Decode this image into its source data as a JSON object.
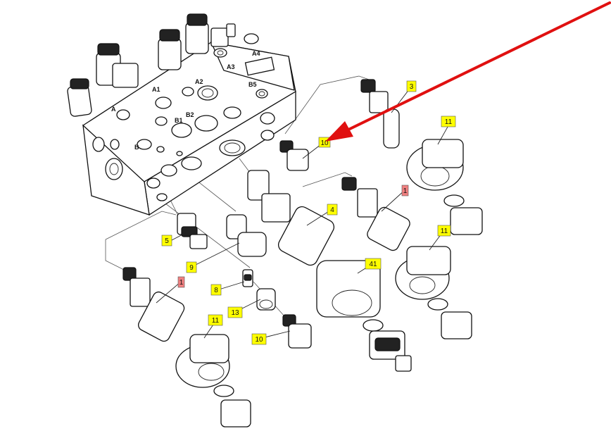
{
  "colors": {
    "callout_fill": "#ffff00",
    "callout_alt_fill": "#f08080",
    "arrow": "#e01010",
    "line": "#111111"
  },
  "ports": {
    "a": "A",
    "a1": "A1",
    "a2": "A2",
    "a3": "A3",
    "a4": "A4",
    "b": "B",
    "b1": "B1",
    "b2": "B2",
    "b5": "B5"
  },
  "callouts": [
    {
      "label": "3",
      "style": "yellow"
    },
    {
      "label": "11",
      "style": "yellow"
    },
    {
      "label": "10",
      "style": "yellow"
    },
    {
      "label": "1",
      "style": "red"
    },
    {
      "label": "4",
      "style": "yellow"
    },
    {
      "label": "11",
      "style": "yellow"
    },
    {
      "label": "5",
      "style": "yellow"
    },
    {
      "label": "9",
      "style": "yellow"
    },
    {
      "label": "41",
      "style": "yellow"
    },
    {
      "label": "1",
      "style": "red"
    },
    {
      "label": "8",
      "style": "yellow"
    },
    {
      "label": "13",
      "style": "yellow"
    },
    {
      "label": "11",
      "style": "yellow"
    },
    {
      "label": "10",
      "style": "yellow"
    }
  ]
}
